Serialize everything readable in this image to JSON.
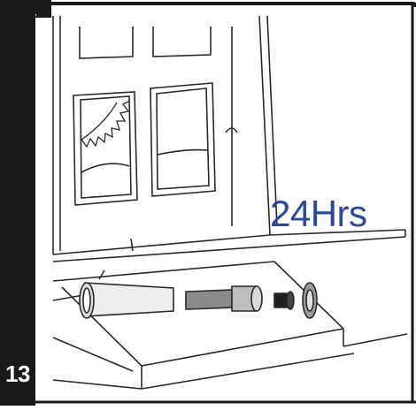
{
  "step": {
    "number": "13"
  },
  "caption": {
    "text": "24Hrs"
  },
  "colors": {
    "border": "#1a1a1a",
    "caption": "#2b4a94",
    "line_art": "#2a2a2a"
  },
  "illustration": {
    "subject": "window-with-sun-and-disassembled-parts-on-sill",
    "icons": [
      "sun-icon",
      "tube-part",
      "shaft-part",
      "knob-part",
      "cap-part"
    ]
  }
}
